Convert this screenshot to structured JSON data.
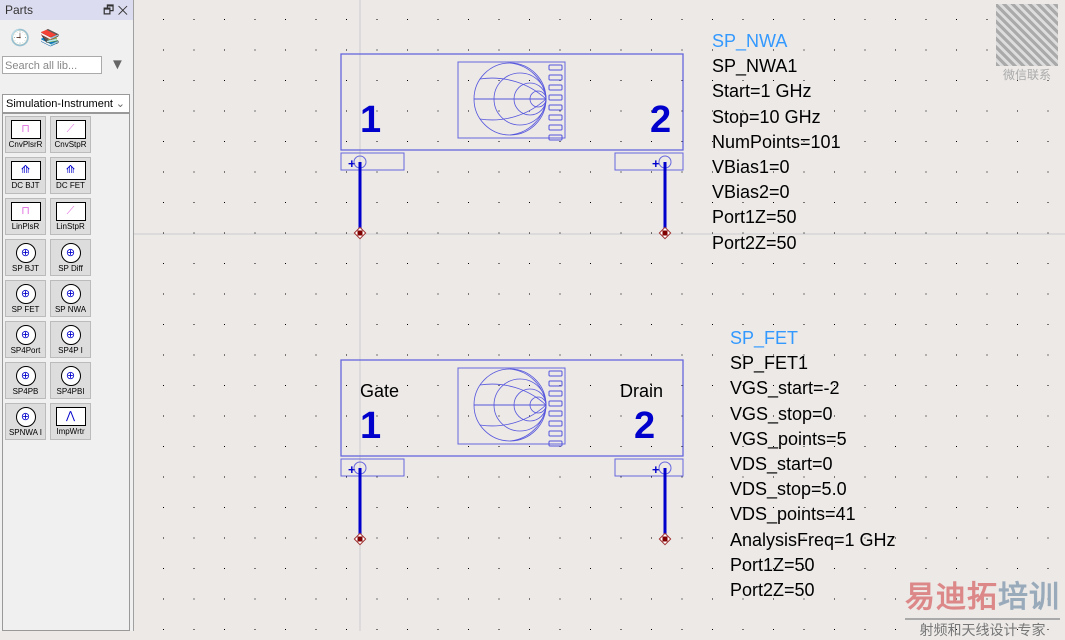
{
  "panel": {
    "title": "Parts",
    "search_placeholder": "Search all lib...",
    "library": "Simulation-Instrument",
    "parts": [
      "CnvPlsrR",
      "CnvStpR",
      "DC BJT",
      "DC FET",
      "LinPlsR",
      "LinStpR",
      "SP BJT",
      "SP Diff",
      "SP FET",
      "SP NWA",
      "SP4Port",
      "SP4P I",
      "SP4PB",
      "SP4PBI",
      "SPNWA I",
      "ImpWrtr"
    ]
  },
  "components": [
    {
      "type": "SP_NWA",
      "lines": [
        "SP_NWA1",
        "Start=1 GHz",
        "Stop=10 GHz",
        "NumPoints=101",
        "VBias1=0",
        "VBias2=0",
        "Port1Z=50",
        "Port2Z=50"
      ],
      "port1": "1",
      "port2": "2",
      "port1_name": "",
      "port2_name": ""
    },
    {
      "type": "SP_FET",
      "lines": [
        "SP_FET1",
        "VGS_start=-2",
        "VGS_stop=0",
        "VGS_points=5",
        "VDS_start=0",
        "VDS_stop=5.0",
        "VDS_points=41",
        "AnalysisFreq=1 GHz",
        "Port1Z=50",
        "Port2Z=50"
      ],
      "port1": "1",
      "port2": "2",
      "port1_name": "Gate",
      "port2_name": "Drain"
    }
  ],
  "watermark": {
    "qr_caption": "微信联系",
    "brand_a": "易迪拓",
    "brand_b": "培训",
    "tagline": "射频和天线设计专家"
  },
  "colors": {
    "symbol": "#0000cc",
    "type_label": "#3399ff"
  }
}
